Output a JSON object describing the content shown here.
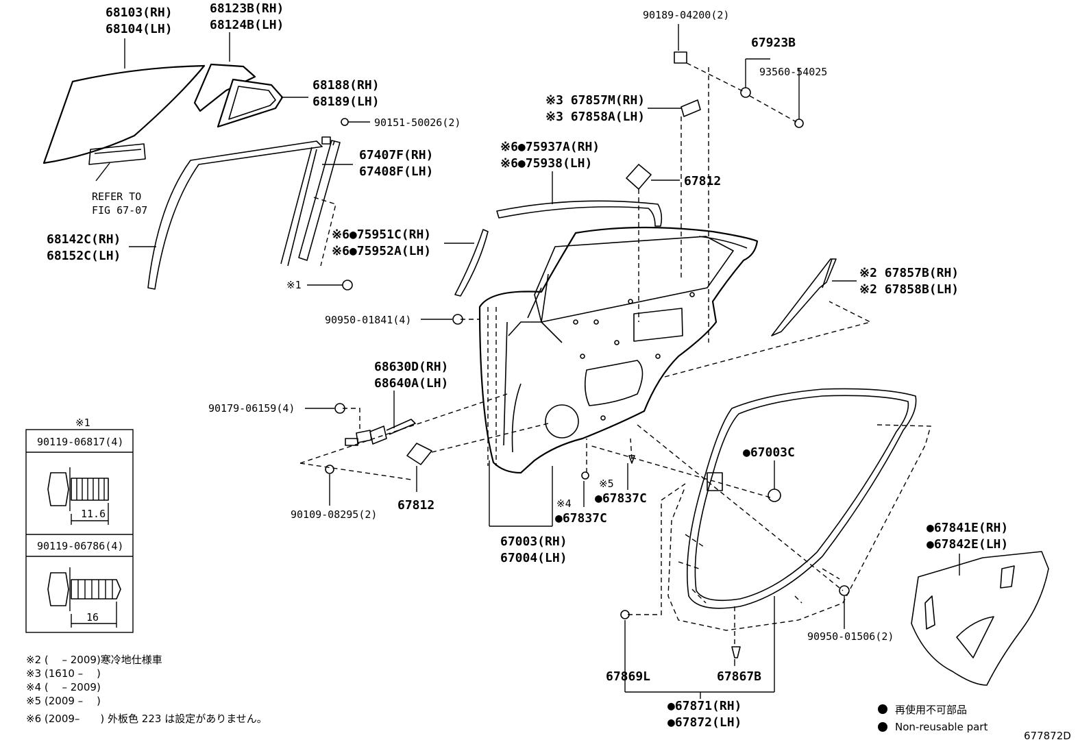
{
  "labels": {
    "glass_rh": "68103(RH)",
    "glass_lh": "68104(LH)",
    "quarter_glass_rh": "68123B(RH)",
    "quarter_glass_lh": "68124B(LH)",
    "quarter_weather_rh": "68188(RH)",
    "quarter_weather_lh": "68189(LH)",
    "screw_90151": "90151-50026(2)",
    "channel_rh": "67407F(RH)",
    "channel_lh": "67408F(LH)",
    "refer_to_1": "REFER TO",
    "refer_to_2": "FIG 67-07",
    "run_rh": "68142C(RH)",
    "run_lh": "68152C(LH)",
    "belt_rh": "※6●75951C(RH)",
    "belt_lh": "※6●75952A(LH)",
    "mark1": "※1",
    "clip_90950_01841": "90950-01841(4)",
    "hinge_rh": "68630D(RH)",
    "hinge_lh": "68640A(LH)",
    "bolt_90179": "90179-06159(4)",
    "bolt_90109": "90109-08295(2)",
    "seal_67812_a": "67812",
    "seal_67812_b": "67812",
    "panel_rh": "67003(RH)",
    "panel_lh": "67004(LH)",
    "mark4_67837c": "※4",
    "part_67837c_a": "●67837C",
    "mark5_67837c": "※5",
    "part_67837c_b": "●67837C",
    "bolt_90189": "90189-04200(2)",
    "part_67923b": "67923B",
    "screw_93560": "93560-54025",
    "cover_rh": "※3 67857M(RH)",
    "cover_lh": "※3 67858A(LH)",
    "moulding_rh": "※6●75937A(RH)",
    "moulding_lh": "※6●75938(LH)",
    "part_67812_top": "67812",
    "triangle_rh": "※2 67857B(RH)",
    "triangle_lh": "※2 67858B(LH)",
    "part_67003c": "●67003C",
    "weatherstrip_rh": "●67871(RH)",
    "weatherstrip_lh": "●67872(LH)",
    "part_67869l": "67869L",
    "part_67867b": "67867B",
    "clip_90950_01506": "90950-01506(2)",
    "silencer_rh": "●67841E(RH)",
    "silencer_lh": "●67842E(LH)",
    "nonreusable_jp": "再使用不可部品",
    "nonreusable_en": "Non-reusable part",
    "figure_id": "677872D"
  },
  "inset": {
    "mark": "※1",
    "bolt1_part": "90119-06817(4)",
    "bolt1_length": "11.6",
    "bolt2_part": "90119-06786(4)",
    "bolt2_length": "16"
  },
  "notes": [
    "※2 (　 – 2009)寒冷地仕様車",
    "※3 (1610 –　 )",
    "※4 (　 – 2009)",
    "※5 (2009 –　 )",
    "※6 (2009–　　) 外板色 223 は設定がありません。"
  ]
}
